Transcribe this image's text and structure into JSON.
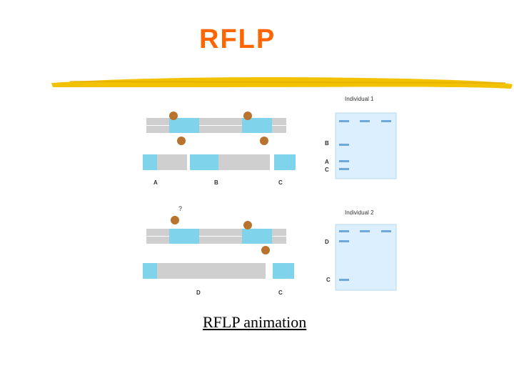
{
  "title": "RFLP",
  "link": "RFLP animation",
  "colors": {
    "title": "#ff6600",
    "brush": "#f2c200",
    "gel": "#dcefff",
    "band": "#6fa8dc"
  },
  "individual1": {
    "label": "Individual 1",
    "band_labels": [
      "B",
      "A",
      "C"
    ],
    "fragment_labels": [
      "A",
      "B",
      "C"
    ]
  },
  "individual2": {
    "label": "Individual 2",
    "band_labels": [
      "D",
      "C"
    ],
    "fragment_labels": [
      "D",
      "C"
    ],
    "question": "?"
  }
}
